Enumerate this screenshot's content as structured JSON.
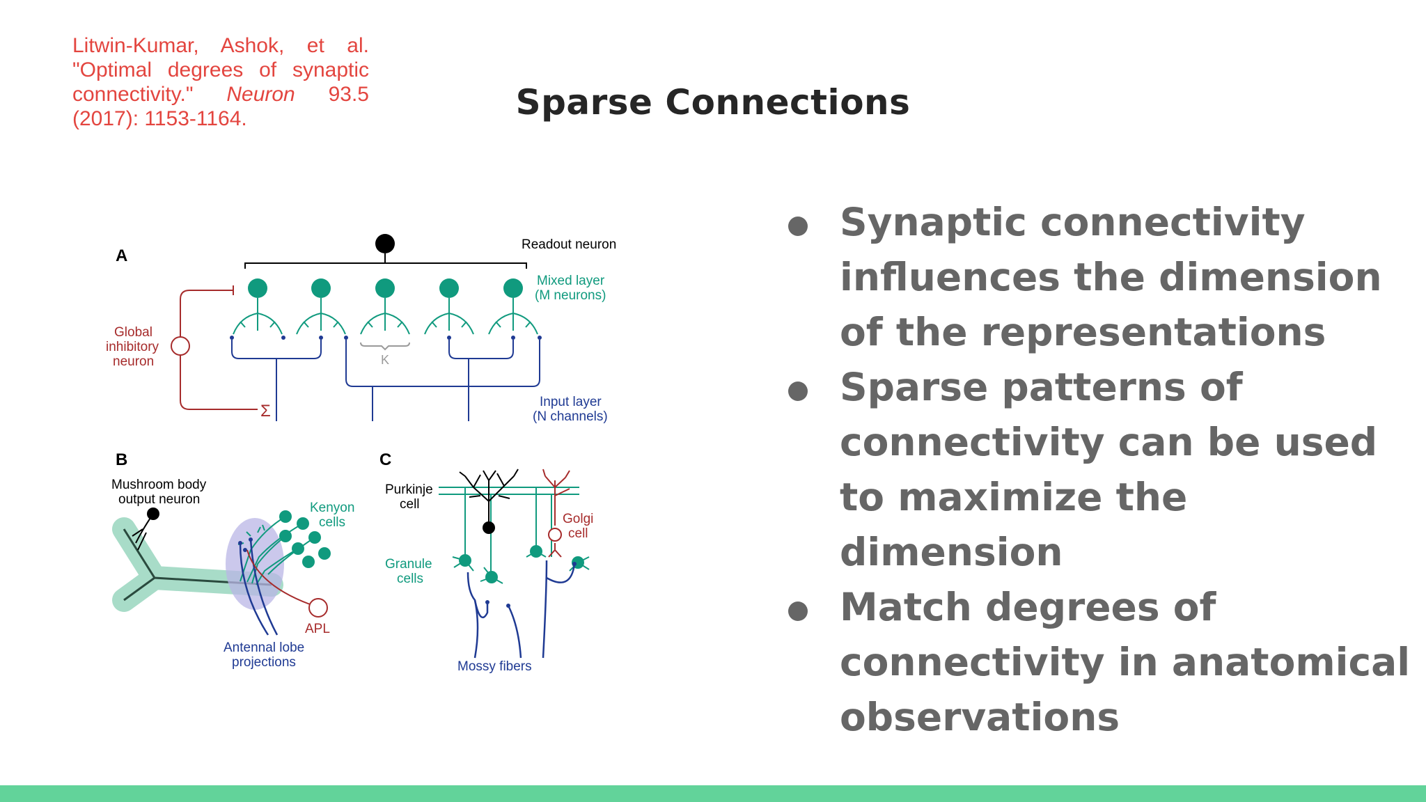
{
  "citation": {
    "lines": [
      "Litwin-Kumar, Ashok, et al.",
      "\"Optimal degrees of synaptic",
      "connectivity.\"",
      "(2017): 1153-1164."
    ],
    "journal": "Neuron",
    "volume": "93.5"
  },
  "slide": {
    "title": "Sparse Connections"
  },
  "bullets": [
    {
      "lines": [
        "Synaptic connectivity",
        "influences the dimension",
        "of the representations"
      ]
    },
    {
      "lines": [
        "Sparse patterns of",
        "connectivity can be used",
        "to maximize the dimension"
      ]
    },
    {
      "lines": [
        "Match degrees of",
        "connectivity in anatomical",
        "observations"
      ]
    }
  ],
  "figure": {
    "panel_a": {
      "letter": "A",
      "readout": "Readout neuron",
      "mixed_1": "Mixed layer",
      "mixed_2": "(M neurons)",
      "global_1": "Global",
      "global_2": "inhibitory",
      "global_3": "neuron",
      "k": "K",
      "sigma": "Σ",
      "input_1": "Input layer",
      "input_2": "(N channels)"
    },
    "panel_b": {
      "letter": "B",
      "mbon_1": "Mushroom body",
      "mbon_2": "output neuron",
      "kenyon_1": "Kenyon",
      "kenyon_2": "cells",
      "apl": "APL",
      "antennal_1": "Antennal lobe",
      "antennal_2": "projections"
    },
    "panel_c": {
      "letter": "C",
      "purkinje_1": "Purkinje",
      "purkinje_2": "cell",
      "golgi_1": "Golgi",
      "golgi_2": "cell",
      "granule_1": "Granule",
      "granule_2": "cells",
      "mossy": "Mossy fibers"
    },
    "colors": {
      "teal": "#109a7e",
      "navy": "#1f3a93",
      "red": "#a62b2b",
      "black": "#000000",
      "grey": "#9a9a9a",
      "light_teal": "#a8dcc8",
      "lavender": "#b9b6e6"
    }
  },
  "footer": {
    "color": "#62d39a"
  }
}
